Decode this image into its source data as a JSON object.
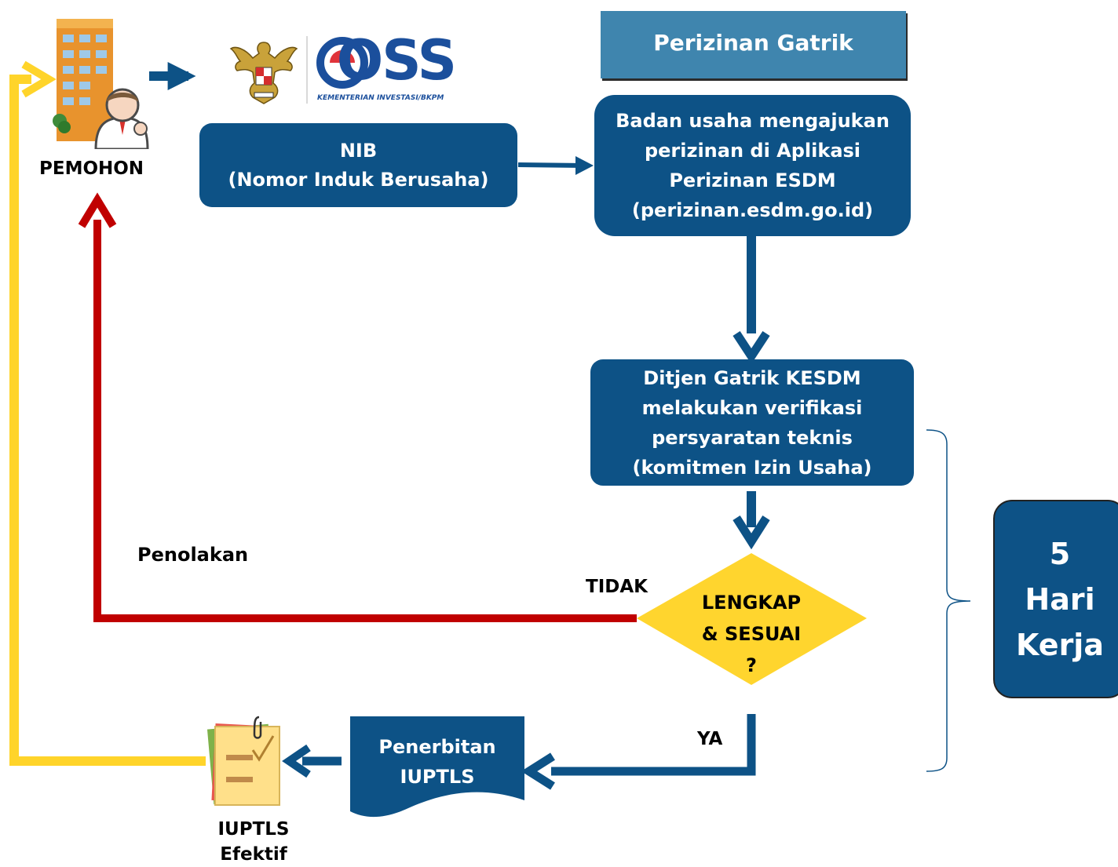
{
  "header": {
    "title": "Perizinan Gatrik"
  },
  "logo": {
    "brand": "OSS",
    "subtitle": "KEMENTERIAN INVESTASI/BKPM"
  },
  "applicant": {
    "label": "PEMOHON"
  },
  "nib_box": {
    "line1": "NIB",
    "line2": "(Nomor Induk Berusaha)"
  },
  "apply_box": {
    "line1": "Badan usaha mengajukan",
    "line2": "perizinan di Aplikasi",
    "line3": "Perizinan ESDM",
    "line4": "(perizinan.esdm.go.id)"
  },
  "verify_box": {
    "line1": "Ditjen Gatrik KESDM",
    "line2": "melakukan verifikasi",
    "line3": "persyaratan teknis",
    "line4": "(komitmen Izin Usaha)"
  },
  "decision": {
    "line1": "LENGKAP",
    "line2": "& SESUAI",
    "line3": "?"
  },
  "labels": {
    "no": "TIDAK",
    "yes": "YA",
    "rejection": "Penolakan"
  },
  "issue_box": {
    "line1": "Penerbitan",
    "line2": "IUPTLS"
  },
  "result": {
    "line1": "IUPTLS",
    "line2": "Efektif"
  },
  "duration": {
    "line1": "5",
    "line2": "Hari",
    "line3": "Kerja"
  },
  "colors": {
    "primary": "#0d5286",
    "reject": "#c00000",
    "yellow": "#ffd42a",
    "header": "#3f85ae"
  },
  "icons": [
    "building-person-icon",
    "garuda-emblem-icon",
    "document-check-icon"
  ]
}
